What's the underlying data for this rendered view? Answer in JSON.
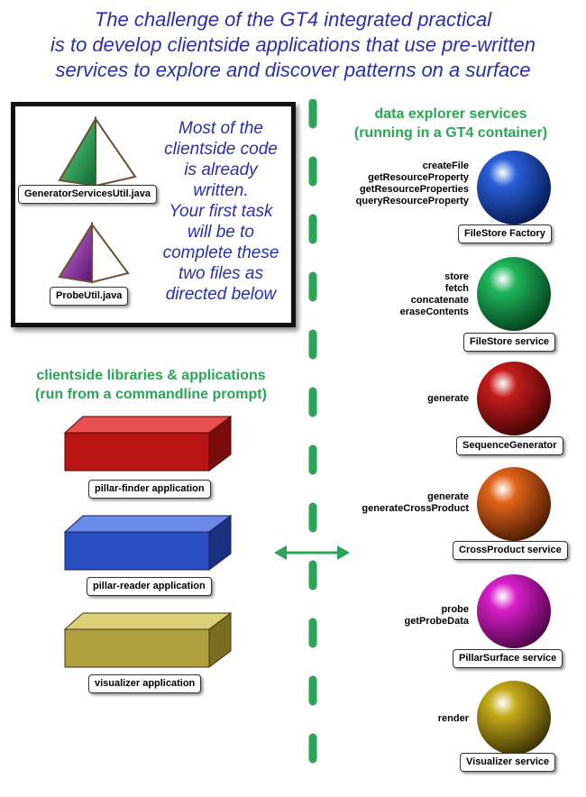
{
  "title_lines": [
    "The challenge of the GT4 integrated practical",
    "is to develop clientside applications that use pre-written",
    "services to explore and discover patterns on a surface"
  ],
  "files": [
    {
      "label": "GeneratorServicesUtil.java",
      "color": "#1a9a50"
    },
    {
      "label": "ProbeUtil.java",
      "color": "#8a2a9a"
    }
  ],
  "box_text": [
    "Most of the",
    "clientside code",
    "is already",
    "written.",
    "Your first task",
    "will be to",
    "complete these",
    "two files as",
    "directed below"
  ],
  "client_heading": [
    "clientside libraries & applications",
    "(run from a commandline prompt)"
  ],
  "server_heading": [
    "data explorer services",
    "(running in a GT4 container)"
  ],
  "applications": [
    {
      "label": "pillar-finder application",
      "color": "#c01818"
    },
    {
      "label": "pillar-reader application",
      "color": "#2a4fc0"
    },
    {
      "label": "visualizer application",
      "color": "#b8a030"
    }
  ],
  "services": [
    {
      "label": "FileStore Factory",
      "ops": [
        "createFile",
        "getResourceProperty",
        "getResourceProperties",
        "queryResourceProperty"
      ],
      "color": "#2a5fd8"
    },
    {
      "label": "FileStore service",
      "ops": [
        "store",
        "fetch",
        "concatenate",
        "eraseContents"
      ],
      "color": "#1fb45a"
    },
    {
      "label": "SequenceGenerator",
      "ops": [
        "generate"
      ],
      "color": "#c41c1c"
    },
    {
      "label": "CrossProduct service",
      "ops": [
        "generate",
        "generateCrossProduct"
      ],
      "color": "#e0641a"
    },
    {
      "label": "PillarSurface service",
      "ops": [
        "probe",
        "getProbeData"
      ],
      "color": "#d81ec8"
    },
    {
      "label": "Visualizer service",
      "ops": [
        "render"
      ],
      "color": "#c4aa18"
    }
  ]
}
